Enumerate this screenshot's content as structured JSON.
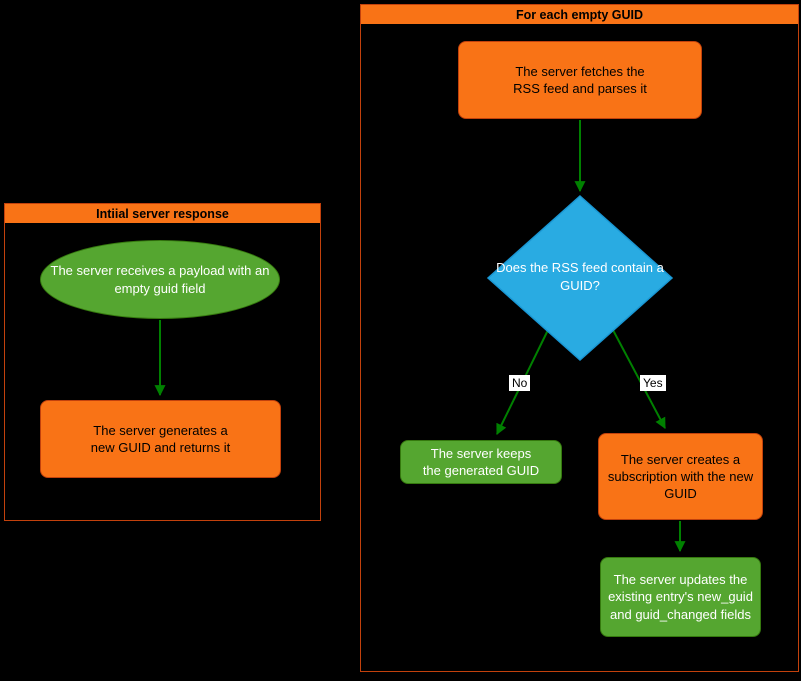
{
  "colors": {
    "background": "#000000",
    "orange": "#f97316",
    "orange_border": "#c2410c",
    "green": "#55a630",
    "green_border": "#35790e",
    "blue": "#29abe2",
    "blue_border": "#1a97d4",
    "arrow": "#008000",
    "label_bg": "#ffffff",
    "node_text_dark": "#000000",
    "node_text_light": "#ffffff"
  },
  "left_subgraph": {
    "title": "Intiial server response",
    "nodes": {
      "receive": "The server receives a payload with an\nempty guid field",
      "generate": "The server generates a\nnew GUID and returns it"
    }
  },
  "right_subgraph": {
    "title": "For each empty GUID",
    "nodes": {
      "fetch": "The server fetches the\nRSS feed and parses it",
      "decision": "Does the RSS feed contain a\nGUID?",
      "keep": "The server keeps\nthe generated GUID",
      "create": "The server creates a\nsubscription with the new\nGUID",
      "update": "The server updates the\nexisting entry's new_guid\nand guid_changed fields"
    },
    "edge_labels": {
      "no": "No",
      "yes": "Yes"
    }
  }
}
